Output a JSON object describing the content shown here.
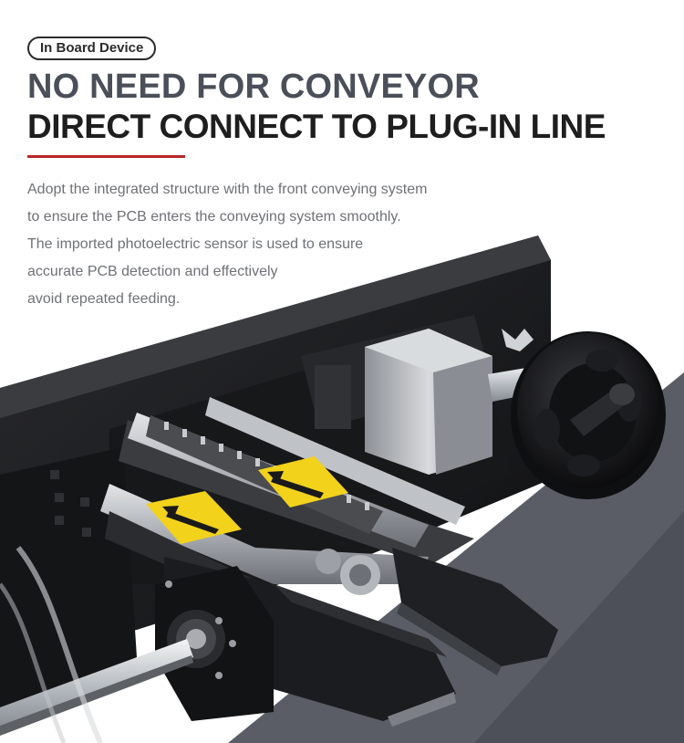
{
  "header": {
    "tag": "In Board Device",
    "title_line1": "NO NEED FOR CONVEYOR",
    "title_line2": "DIRECT CONNECT TO PLUG-IN LINE"
  },
  "description": {
    "lines": [
      "Adopt the integrated structure with the front conveying system",
      "to ensure the PCB enters the conveying system smoothly.",
      "The imported photoelectric sensor is used to ensure",
      "accurate PCB detection and effectively",
      "avoid repeated feeding."
    ]
  },
  "colors": {
    "accent_rule": "#b8262a",
    "title_gray": "#4a4f5a",
    "title_dark": "#1e1e1e",
    "body_text": "#6f7176",
    "background_dark": "#5a5d66",
    "warning_label": "#f2d21b"
  },
  "icons": {
    "label_arrow": "arrow-up-icon"
  }
}
